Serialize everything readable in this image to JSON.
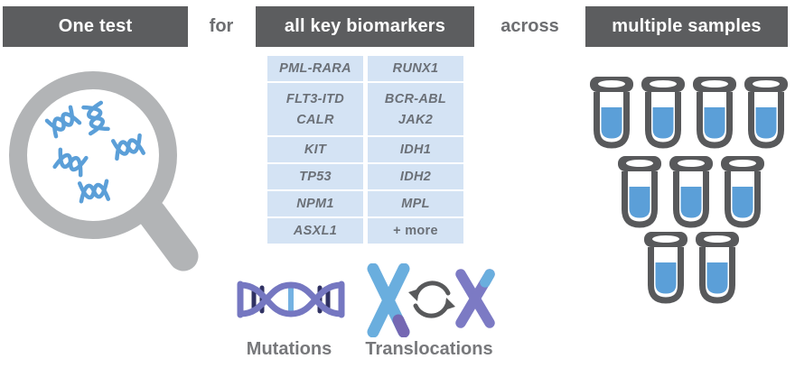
{
  "header": {
    "box1": "One test",
    "connector1": "for",
    "box2": "all key biomarkers",
    "connector2": "across",
    "box3": "multiple samples"
  },
  "biomarker_table": {
    "columns": [
      {
        "cells": [
          [
            "PML-RARA"
          ],
          [
            "FLT3-ITD",
            "CALR"
          ],
          [
            "KIT"
          ],
          [
            "TP53"
          ],
          [
            "NPM1"
          ],
          [
            "ASXL1"
          ]
        ]
      },
      {
        "cells": [
          [
            "RUNX1"
          ],
          [
            "BCR-ABL",
            "JAK2"
          ],
          [
            "IDH1"
          ],
          [
            "IDH2"
          ],
          [
            "MPL"
          ],
          [
            "+ more"
          ]
        ]
      }
    ]
  },
  "legend": {
    "mutations_label": "Mutations",
    "translocations_label": "Translocations"
  },
  "samples": {
    "tube_rows": [
      4,
      3,
      2
    ]
  },
  "icons": {
    "magnifier": "magnifying-glass-with-dna",
    "dna_fragment": "dna-fragment",
    "mutations": "dna-double-helix",
    "translocations": "chromosome-swap-arrows",
    "sample": "test-tube"
  },
  "colors": {
    "dark_gray": "#5c5d5f",
    "mid_gray_text": "#6d6e71",
    "light_gray": "#b2b4b6",
    "blue": "#5b9fd8",
    "cell_blue": "#d4e3f4",
    "purple": "#7577c1",
    "navy_rung": "#303263"
  }
}
